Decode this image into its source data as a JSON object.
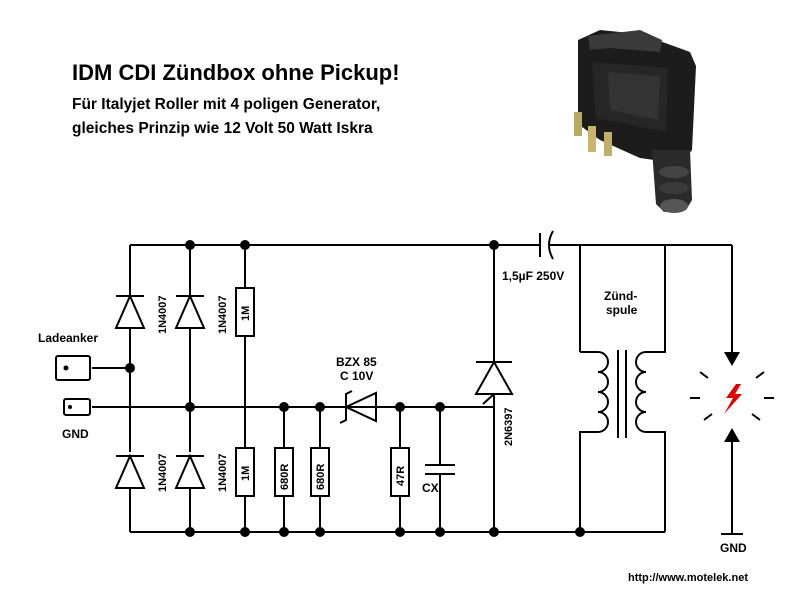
{
  "title": "IDM CDI Zündbox ohne Pickup!",
  "subtitle_line1": "Für Italyjet Roller mit 4 poligen Generator,",
  "subtitle_line2": "gleiches Prinzip wie 12 Volt 50 Watt Iskra",
  "labels": {
    "ladeanker": "Ladeanker",
    "gnd_left": "GND",
    "gnd_right": "GND",
    "d1": "1N4007",
    "d2": "1N4007",
    "d3": "1N4007",
    "d4": "1N4007",
    "r1m_top": "1M",
    "r1m_bot": "1M",
    "r680_1": "680R",
    "r680_2": "680R",
    "r47": "47R",
    "zener_line1": "BZX 85",
    "zener_line2": "C 10V",
    "cx": "CX",
    "thyristor": "2N6397",
    "cap": "1,5µF 250V",
    "coil_line1": "Zünd-",
    "coil_line2": "spule"
  },
  "url": "http://www.motelek.net",
  "colors": {
    "wire": "#000000",
    "spark": "#e00000",
    "photo_body": "#1a1a1a"
  }
}
